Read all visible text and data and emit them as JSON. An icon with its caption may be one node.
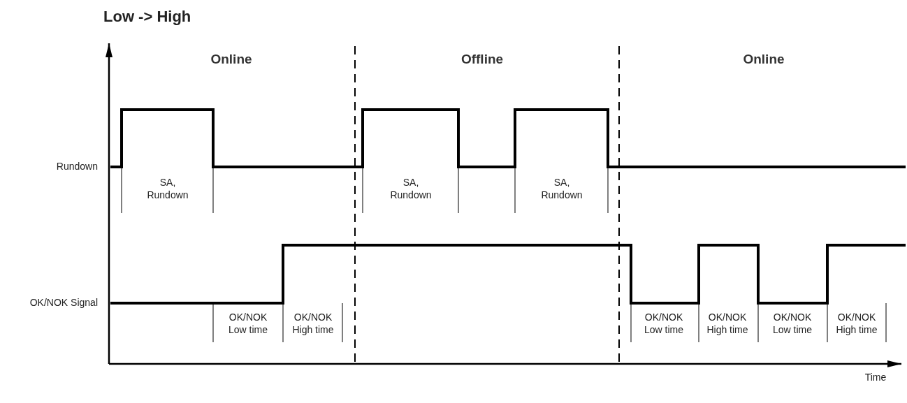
{
  "diagram": {
    "title": "Low -> High",
    "labels": [
      "Online",
      "Offline",
      "Online",
      "Rundown",
      "SA, Rundown",
      "SA, Rundown",
      "SA, Rundown",
      "OK/NOK Signal",
      "OK/NOK Low time",
      "OK/NOK High time",
      "OK/NOK Low time",
      "OK/NOK High time",
      "OK/NOK Low time",
      "OK/NOK High time",
      "Time"
    ]
  }
}
